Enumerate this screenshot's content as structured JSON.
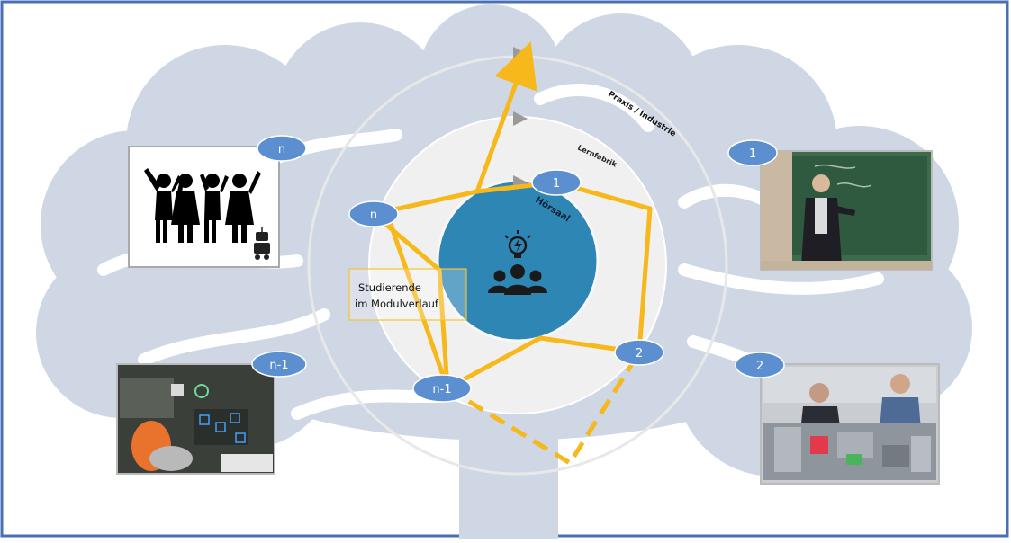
{
  "rings": {
    "outer_label": "Praxis / Industrie",
    "middle_label": "Lernfabrik",
    "inner_label": "Hörsaal"
  },
  "annotation": {
    "line1": "Studierende",
    "line2": "im Modulverlauf"
  },
  "nodes": {
    "inner_1": "1",
    "middle_n": "n",
    "middle_2": "2",
    "middle_n_minus_1": "n-1"
  },
  "photo_badges": {
    "top_left": "n",
    "top_right": "1",
    "bottom_left": "n-1",
    "bottom_right": "2"
  },
  "colors": {
    "frame": "#4a6fb5",
    "brain": "#cfd6e4",
    "core": "#2e86b5",
    "path": "#f6b81a",
    "badge": "#5b8fd0",
    "ring_fill": "#f0f0f0"
  },
  "icons": {
    "core": "lightbulb-group-icon",
    "top_left_photo": "team-celebration-icon",
    "robot": "robot-icon"
  }
}
